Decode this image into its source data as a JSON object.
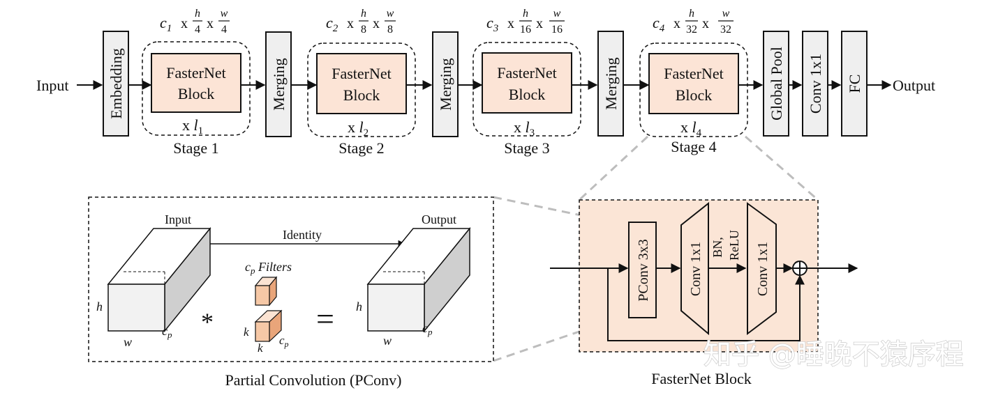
{
  "pipeline": {
    "input_label": "Input",
    "output_label": "Output",
    "embedding_label": "Embedding",
    "merging_label": "Merging",
    "block_line1": "FasterNet",
    "block_line2": "Block",
    "repeat_prefix": "x ",
    "dim_sep": "x",
    "dim_h": "h",
    "dim_w": "w",
    "global_pool_label": "Global Pool",
    "conv_label": "Conv 1x1",
    "fc_label": "FC",
    "stages": [
      {
        "label": "Stage 1",
        "channel": "c",
        "channel_sub": "1",
        "h_div": "4",
        "w_div": "4",
        "repeat_var": "l",
        "repeat_sub": "1"
      },
      {
        "label": "Stage 2",
        "channel": "c",
        "channel_sub": "2",
        "h_div": "8",
        "w_div": "8",
        "repeat_var": "l",
        "repeat_sub": "2"
      },
      {
        "label": "Stage 3",
        "channel": "c",
        "channel_sub": "3",
        "h_div": "16",
        "w_div": "16",
        "repeat_var": "l",
        "repeat_sub": "3"
      },
      {
        "label": "Stage 4",
        "channel": "c",
        "channel_sub": "4",
        "h_div": "32",
        "w_div": "32",
        "repeat_var": "l",
        "repeat_sub": "4"
      }
    ]
  },
  "pconv": {
    "caption": "Partial Convolution (PConv)",
    "input_label": "Input",
    "output_label": "Output",
    "identity_label": "Identity",
    "filters_var": "c",
    "filters_sub": "p",
    "filters_text": " Filters",
    "h_label": "h",
    "w_label": "w",
    "cp_var": "c",
    "cp_sub": "p",
    "k_label": "k",
    "conv_op": "*",
    "eq_op": "="
  },
  "block_detail": {
    "caption": "FasterNet Block",
    "pconv_label": "PConv 3x3",
    "conv1_label": "Conv 1x1",
    "conv2_label": "Conv 1x1",
    "bn_label": "BN,",
    "relu_label": "ReLU"
  },
  "watermark": "知乎 @睡晚不猿序程",
  "colors": {
    "block_fill": "#fce4d6",
    "block_detail_bg": "#fbe5d6",
    "gray_box": "#efefef",
    "filter_fill": "#f6c8a6",
    "cuboid_side": "#cfcfcf",
    "cuboid_top": "#ffffff",
    "stroke": "#111111",
    "dash_gray": "#bdbdbd"
  }
}
